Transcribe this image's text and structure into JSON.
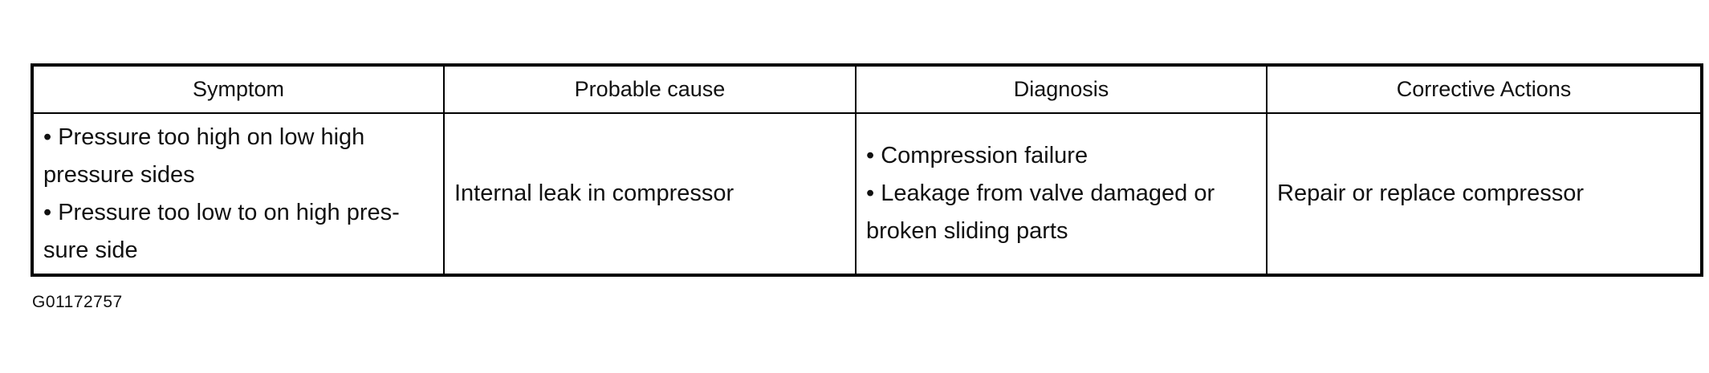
{
  "table": {
    "headers": [
      "Symptom",
      "Probable cause",
      "Diagnosis",
      "Corrective Actions"
    ],
    "row": {
      "symptom_lines": [
        "• Pressure too high on low  high",
        "pressure sides",
        "• Pressure too low to on high pres-",
        "sure side"
      ],
      "probable_cause": "Internal leak in compressor",
      "diagnosis_lines": [
        "• Compression failure",
        "• Leakage from valve damaged or",
        "broken sliding parts"
      ],
      "corrective_action": "Repair or replace compressor"
    }
  },
  "caption": "G01172757"
}
